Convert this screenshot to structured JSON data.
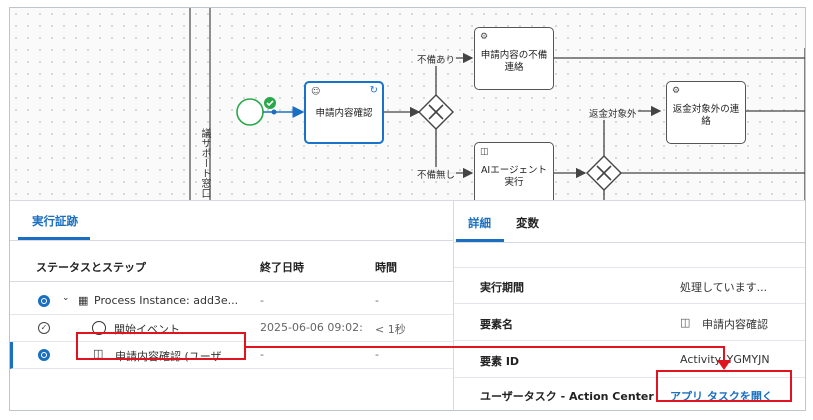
{
  "diagram": {
    "lane_label": "サポート窓口",
    "lane_label_extra": "議",
    "tasks": {
      "review": "申請内容確認",
      "notify_defect": "申請内容の不備連絡",
      "ai_agent": "AIエージェント実行",
      "refund_exempt": "返金対象外の連絡"
    },
    "flow_labels": {
      "defect_yes": "不備あり",
      "defect_no": "不備無し",
      "refund_exempt": "返金対象外"
    }
  },
  "left_panel": {
    "tab": "実行証跡",
    "columns": [
      "ステータスとステップ",
      "終了日時",
      "時間"
    ],
    "rows": [
      {
        "name": "Process Instance: add3e...",
        "end": "-",
        "duration": "-"
      },
      {
        "name": "開始イベント",
        "end": "2025-06-06 09:02:",
        "duration": "< 1秒"
      },
      {
        "name": "申請内容確認 (ユーザ...",
        "end": "-",
        "duration": "-"
      }
    ]
  },
  "right_panel": {
    "tabs": [
      "詳細",
      "変数"
    ],
    "fields": [
      {
        "key": "実行期間",
        "value": "処理しています..."
      },
      {
        "key": "要素名",
        "value": "申請内容確認"
      },
      {
        "key": "要素 ID",
        "value": "Activity_YGMYJN"
      },
      {
        "key": "ユーザータスク - Action Center",
        "value": "アプリ タスクを開く"
      }
    ]
  },
  "colors": {
    "accent": "#1a6fc0",
    "highlight": "#e0141e",
    "success": "#2aa84a"
  }
}
